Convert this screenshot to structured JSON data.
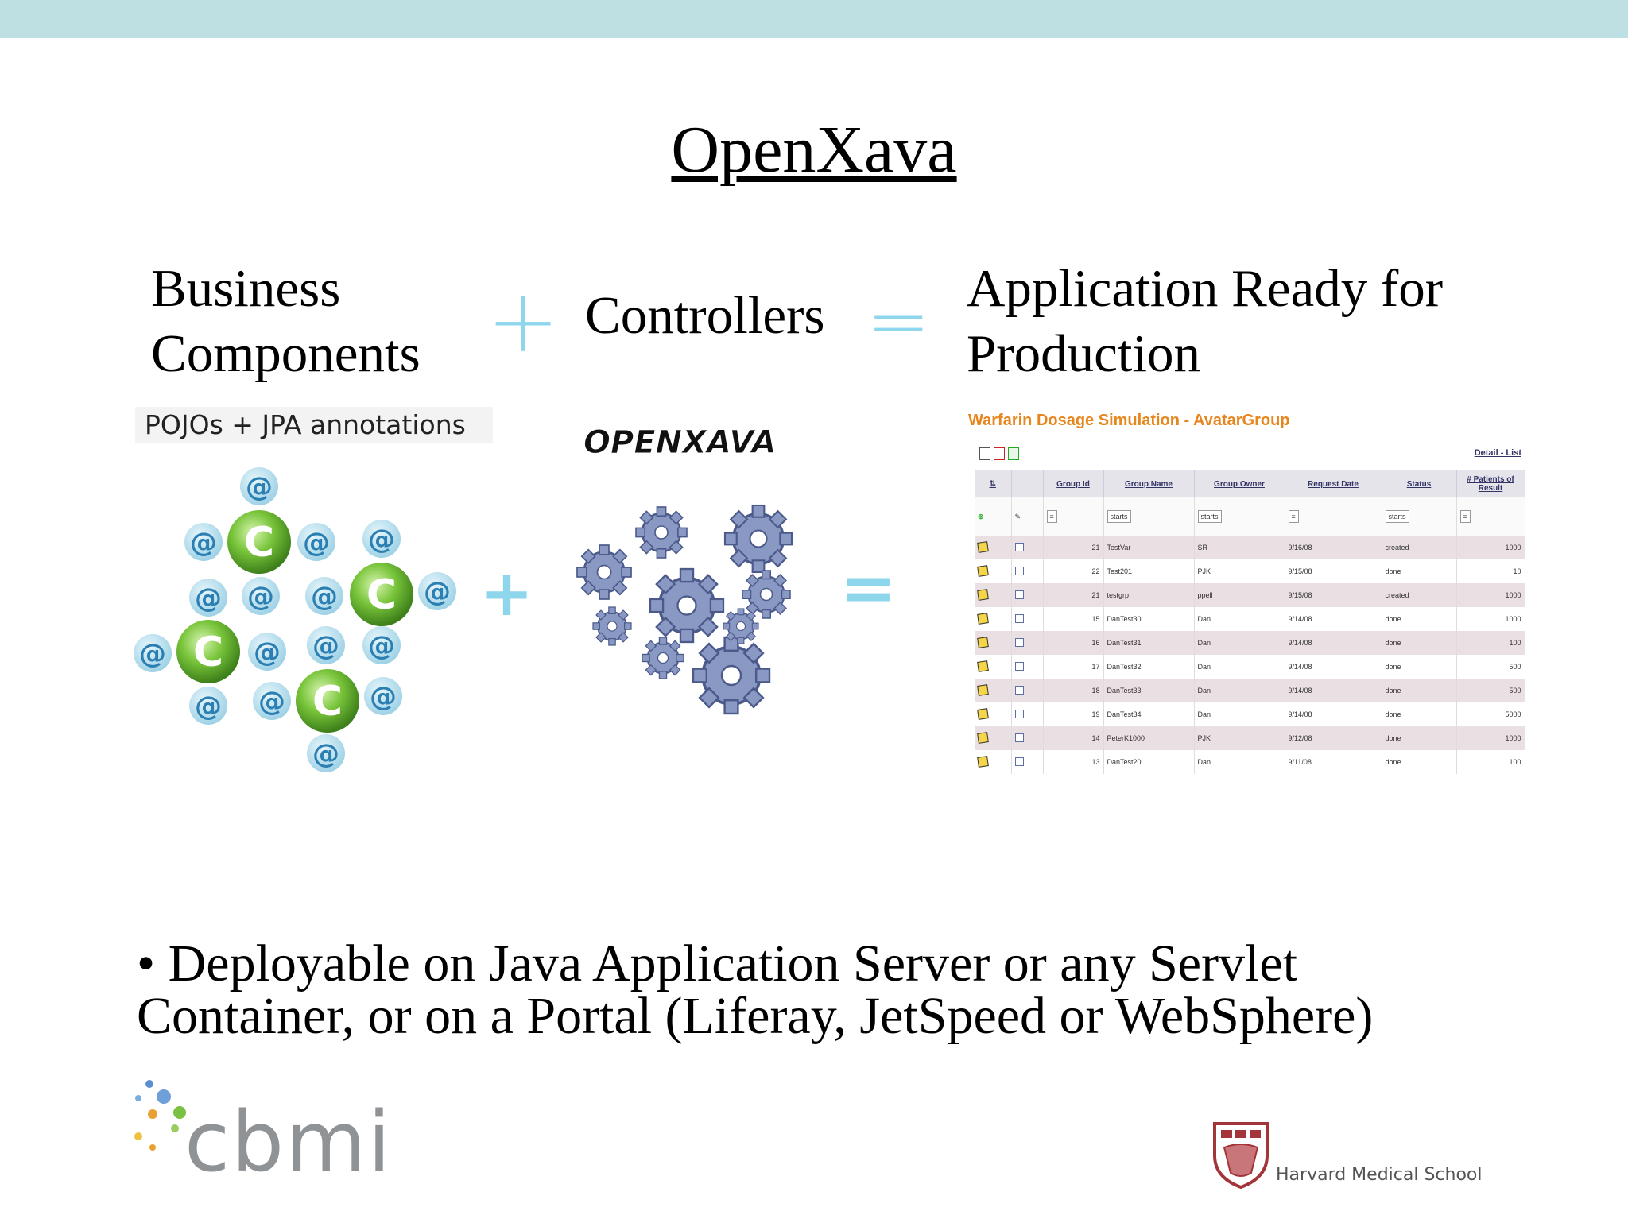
{
  "slide": {
    "title": "OpenXava",
    "col1_line1": "Business",
    "col1_line2": "Components",
    "plus_sign": "+",
    "col2_title": "Controllers",
    "equals_sign": "=",
    "col3_line1": "Application Ready for",
    "col3_line2": "Production",
    "caption": "POJOs + JPA annotations",
    "openxava_logo_text": "OPENXAVA",
    "bullet": "•  Deployable on Java Application Server or any Servlet Container, or on a Portal (Liferay, JetSpeed or WebSphere)"
  },
  "app_mock": {
    "title": "Warfarin Dosage Simulation - AvatarGroup",
    "detail_link": "Detail - List",
    "columns": [
      "Group Id",
      "Group Name",
      "Group Owner",
      "Request Date",
      "Status",
      "# Patients of Result"
    ],
    "filters": [
      "=",
      "starts",
      "starts",
      "=",
      "starts",
      "="
    ],
    "rows": [
      [
        "21",
        "TestVar",
        "SR",
        "9/16/08",
        "created",
        "1000"
      ],
      [
        "22",
        "Test201",
        "PJK",
        "9/15/08",
        "done",
        "10"
      ],
      [
        "21",
        "testgrp",
        "ppell",
        "9/15/08",
        "created",
        "1000"
      ],
      [
        "15",
        "DanTest30",
        "Dan",
        "9/14/08",
        "done",
        "1000"
      ],
      [
        "16",
        "DanTest31",
        "Dan",
        "9/14/08",
        "done",
        "100"
      ],
      [
        "17",
        "DanTest32",
        "Dan",
        "9/14/08",
        "done",
        "500"
      ],
      [
        "18",
        "DanTest33",
        "Dan",
        "9/14/08",
        "done",
        "500"
      ],
      [
        "19",
        "DanTest34",
        "Dan",
        "9/14/08",
        "done",
        "5000"
      ],
      [
        "14",
        "PeterK1000",
        "PJK",
        "9/12/08",
        "done",
        "1000"
      ],
      [
        "13",
        "DanTest20",
        "Dan",
        "9/11/08",
        "done",
        "100"
      ]
    ]
  },
  "logos": {
    "cbmi": "cbmi",
    "harvard": "Harvard Medical School"
  },
  "colors": {
    "top_bar": "#bfe0e2",
    "operator": "#8dd6ec",
    "app_title": "#e8861e"
  }
}
